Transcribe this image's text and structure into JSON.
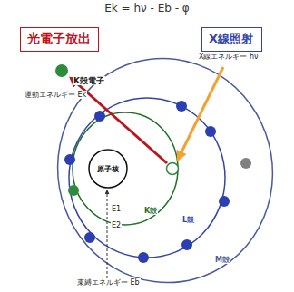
{
  "diagram": {
    "title": "Ek = hν - Eb - φ",
    "nodes": [
      {
        "text": [
          "光電子放出"
        ]
      },
      {
        "text": [
          "X線照射"
        ]
      },
      {
        "text": [
          "原子核"
        ]
      }
    ],
    "labels": [
      "X線エネルギー hν",
      "K殻電子",
      "運動エネルギー Ek",
      "K殻",
      "L殻",
      "M殻",
      "E1",
      "E2",
      "束縛エネルギー Eb"
    ]
  }
}
